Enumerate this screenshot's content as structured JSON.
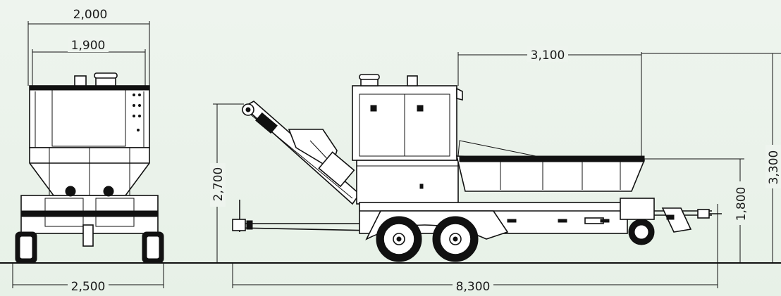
{
  "dimensions": {
    "front_top_width": "2,000",
    "front_hopper_width": "1,900",
    "front_base_width": "2,500",
    "side_conveyor_height": "2,700",
    "side_hopper_length": "3,100",
    "side_total_height": "3,300",
    "side_bed_height": "1,800",
    "side_total_length": "8,300"
  }
}
